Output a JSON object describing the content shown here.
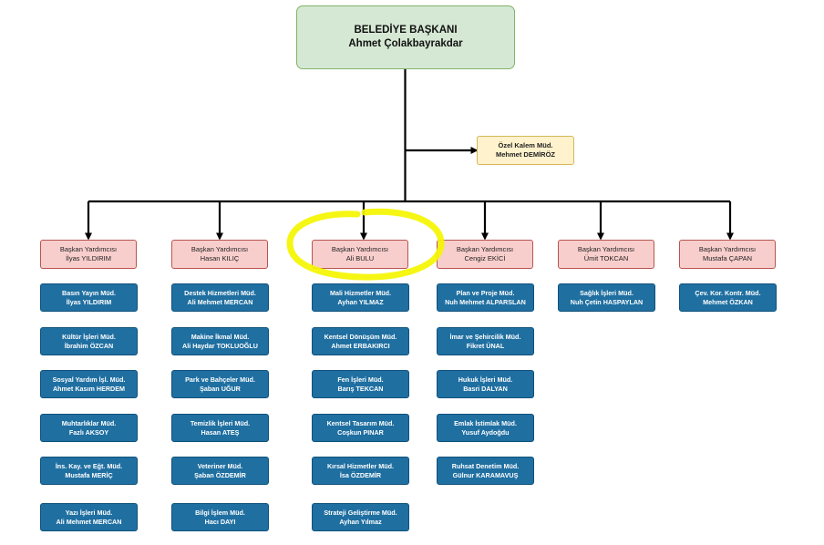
{
  "top": {
    "title": "BELEDİYE BAŞKANI",
    "name": "Ahmet Çolakbayrakdar"
  },
  "ozel": {
    "title": "Özel Kalem Müd.",
    "name": "Mehmet DEMİRÖZ"
  },
  "columns": [
    {
      "vp": {
        "title": "Başkan Yardımcısı",
        "name": "İlyas YILDIRIM"
      },
      "units": [
        {
          "title": "Basın Yayın Müd.",
          "name": "İlyas YILDIRIM"
        },
        {
          "title": "Kültür İşleri Müd.",
          "name": "İbrahim ÖZCAN"
        },
        {
          "title": "Sosyal Yardım İşl. Müd.",
          "name": "Ahmet Kasım HERDEM"
        },
        {
          "title": "Muhtarlıklar Müd.",
          "name": "Fazlı AKSOY"
        },
        {
          "title": "İns. Kay. ve Eğt. Müd.",
          "name": "Mustafa MERİÇ"
        },
        {
          "title": "Yazı İşleri Müd.",
          "name": "Ali Mehmet MERCAN"
        }
      ]
    },
    {
      "vp": {
        "title": "Başkan Yardımcısı",
        "name": "Hasan KILIÇ"
      },
      "units": [
        {
          "title": "Destek Hizmetleri Müd.",
          "name": "Ali Mehmet MERCAN"
        },
        {
          "title": "Makine İkmal Müd.",
          "name": "Ali Haydar TOKLUOĞLU"
        },
        {
          "title": "Park ve Bahçeler Müd.",
          "name": "Şaban UĞUR"
        },
        {
          "title": "Temizlik İşleri Müd.",
          "name": "Hasan ATEŞ"
        },
        {
          "title": "Veteriner Müd.",
          "name": "Şaban ÖZDEMİR"
        },
        {
          "title": "Bilgi İşlem Müd.",
          "name": "Hacı DAYI"
        }
      ]
    },
    {
      "vp": {
        "title": "Başkan Yardımcısı",
        "name": "Ali BULU"
      },
      "units": [
        {
          "title": "Mali Hizmetler Müd.",
          "name": "Ayhan YILMAZ"
        },
        {
          "title": "Kentsel Dönüşüm Müd.",
          "name": "Ahmet ERBAKIRCI"
        },
        {
          "title": "Fen İşleri Müd.",
          "name": "Barış TEKCAN"
        },
        {
          "title": "Kentsel Tasarım Müd.",
          "name": "Coşkun PINAR"
        },
        {
          "title": "Kırsal Hizmetler Müd.",
          "name": "İsa ÖZDEMİR"
        },
        {
          "title": "Strateji Geliştirme Müd.",
          "name": "Ayhan Yılmaz"
        }
      ]
    },
    {
      "vp": {
        "title": "Başkan Yardımcısı",
        "name": "Cengiz EKİCİ"
      },
      "units": [
        {
          "title": "Plan ve Proje Müd.",
          "name": "Nuh Mehmet ALPARSLAN"
        },
        {
          "title": "İmar ve Şehircilik Müd.",
          "name": "Fikret ÜNAL"
        },
        {
          "title": "Hukuk İşleri Müd.",
          "name": "Basri DALYAN"
        },
        {
          "title": "Emlak İstimlak Müd.",
          "name": "Yusuf Aydoğdu"
        },
        {
          "title": "Ruhsat Denetim Müd.",
          "name": "Gülnur KARAMAVUŞ"
        }
      ]
    },
    {
      "vp": {
        "title": "Başkan Yardımcısı",
        "name": "Ümit TOKCAN"
      },
      "units": [
        {
          "title": "Sağlık İşleri Müd.",
          "name": "Nuh Çetin HASPAYLAN"
        }
      ]
    },
    {
      "vp": {
        "title": "Başkan Yardımcısı",
        "name": "Mustafa ÇAPAN"
      },
      "units": [
        {
          "title": "Çev. Kor. Kontr. Müd.",
          "name": "Mehmet ÖZKAN"
        }
      ]
    }
  ],
  "colors": {
    "top_fill": "#d5e8d4",
    "top_border": "#82b366",
    "ozel_fill": "#fff2cc",
    "vp_fill": "#f8cecc",
    "vp_border": "#b85450",
    "unit_fill": "#1f6fa1",
    "line": "#000000",
    "highlight": "#f5f500"
  }
}
